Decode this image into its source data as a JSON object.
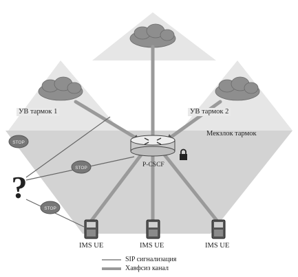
{
  "labels": {
    "domain_left": "УВ тармок 1",
    "domain_right": "УВ тармок 2",
    "domain_center": "Мекзлок тармок",
    "pcscf": "P-CSCF",
    "question": "?",
    "stop": "STOP",
    "ue_left": "IMS UE",
    "ue_center": "IMS UE",
    "ue_right": "IMS UE"
  },
  "legend": {
    "signaling": "SIP сигнализация",
    "secure_channel": "Хавфсиз канал"
  },
  "colors": {
    "domain_fill": "#e6e6e6",
    "base_fill": "#d3d3d3",
    "cloud_fill": "#8e8e8e",
    "stop_fill": "#777777",
    "link": "#9a9a9a"
  }
}
